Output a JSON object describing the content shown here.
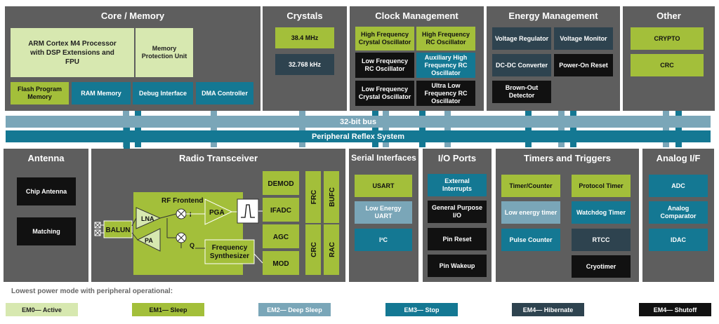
{
  "colors": {
    "em0": "#d7e8b0",
    "em1": "#a3bf3a",
    "em2": "#7aa6b8",
    "em3": "#147893",
    "em4_hibernate": "#2e434f",
    "em4_shutoff": "#111111",
    "panel": "#5e5e5e",
    "bus": "#7aa6b8",
    "prs": "#147893"
  },
  "core": {
    "title": "Core / Memory",
    "cpu": "ARM Cortex M4 Processor with DSP Extensions and FPU",
    "mpu": "Memory Protection Unit",
    "flash": "Flash Program Memory",
    "ram": "RAM Memory",
    "debug": "Debug Interface",
    "dma": "DMA Controller"
  },
  "crystals": {
    "title": "Crystals",
    "hf": "38.4 MHz",
    "lf": "32.768 kHz"
  },
  "clock": {
    "title": "Clock Management",
    "hfxo": "High Frequency Crystal Oscillator",
    "hfrco": "High Frequency RC Oscillator",
    "lfrco": "Low Frequency RC Oscillator",
    "aux": "Auxiliary High Frequency RC Oscillator",
    "lfxo": "Low Frequency Crystal Oscillator",
    "ulfrco": "Ultra Low Frequency RC Oscillator"
  },
  "energy": {
    "title": "Energy Management",
    "vreg": "Voltage Regulator",
    "vmon": "Voltage Monitor",
    "dcdc": "DC-DC Converter",
    "por": "Power-On Reset",
    "bod": "Brown-Out Detector"
  },
  "other": {
    "title": "Other",
    "crypto": "CRYPTO",
    "crc": "CRC"
  },
  "bus": {
    "bus32": "32-bit bus",
    "prs": "Peripheral Reflex System"
  },
  "antenna": {
    "title": "Antenna",
    "chip": "Chip Antenna",
    "matching": "Matching"
  },
  "radio": {
    "title": "Radio Transceiver",
    "rf_frontend": "RF Frontend",
    "lna": "LNA",
    "pa": "PA",
    "balun": "BALUN",
    "i": "I",
    "q": "Q",
    "pga": "PGA",
    "ifadc": "IFADC",
    "demod": "DEMOD",
    "agc": "AGC",
    "mod": "MOD",
    "synth": "Frequency Synthesizer",
    "frc": "FRC",
    "bufc": "BUFC",
    "crc": "CRC",
    "rac": "RAC"
  },
  "serial": {
    "title": "Serial Interfaces",
    "usart": "USART",
    "leuart": "Low Energy UART",
    "i2c": "I²C"
  },
  "io": {
    "title": "I/O Ports",
    "ext_int": "External Interrupts",
    "gpio": "General Purpose I/O",
    "pin_reset": "Pin Reset",
    "pin_wakeup": "Pin Wakeup"
  },
  "timers": {
    "title": "Timers and Triggers",
    "timer": "Timer/Counter",
    "protocol": "Protocol Timer",
    "letimer": "Low energy timer",
    "wdog": "Watchdog Timer",
    "pcnt": "Pulse Counter",
    "rtcc": "RTCC",
    "cryotimer": "Cryotimer"
  },
  "analog": {
    "title": "Analog I/F",
    "adc": "ADC",
    "acmp": "Analog Comparator",
    "idac": "IDAC"
  },
  "legend": {
    "title": "Lowest power mode with peripheral operational:",
    "em0": "EM0— Active",
    "em1": "EM1— Sleep",
    "em2": "EM2— Deep Sleep",
    "em3": "EM3— Stop",
    "em4h": "EM4— Hibernate",
    "em4s": "EM4— Shutoff"
  }
}
